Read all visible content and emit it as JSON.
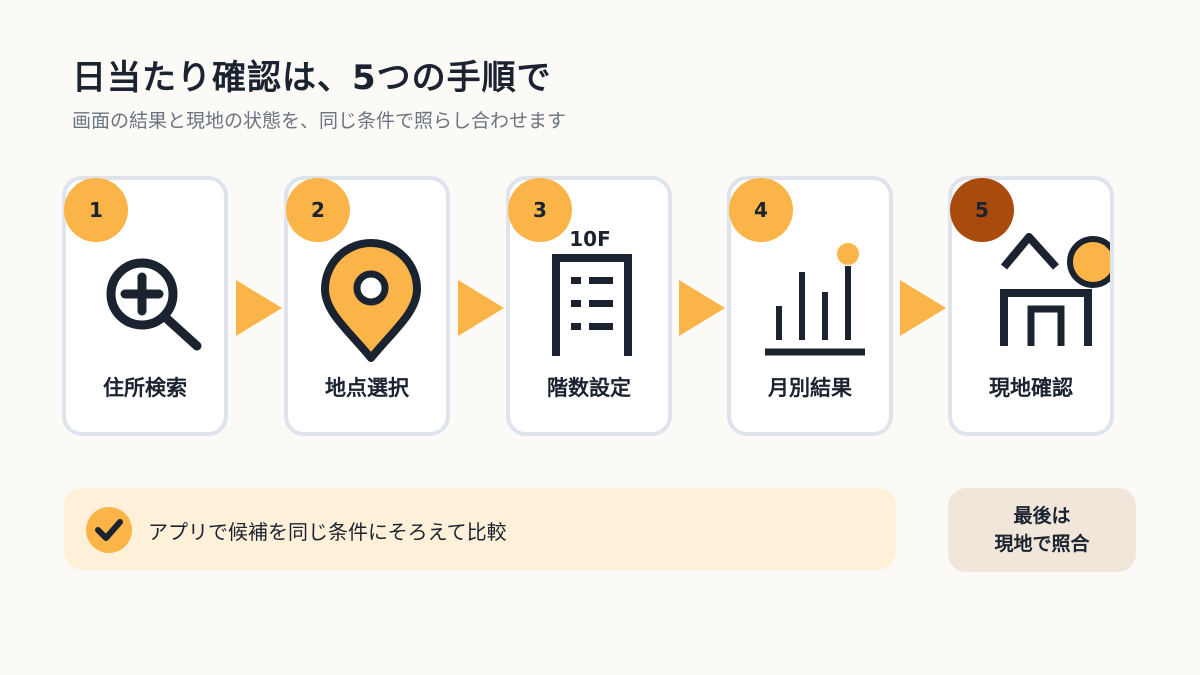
{
  "title": "日当たり確認は、5つの手順で",
  "subtitle": "画面の結果と現地の状態を、同じ条件で照らし合わせます",
  "steps": [
    {
      "number": "1",
      "label": "住所検索",
      "icon": "search-plus-icon"
    },
    {
      "number": "2",
      "label": "地点選択",
      "icon": "map-pin-icon"
    },
    {
      "number": "3",
      "label": "階数設定",
      "icon": "building-floor-icon",
      "icon_text": "10F"
    },
    {
      "number": "4",
      "label": "月別結果",
      "icon": "bar-chart-icon"
    },
    {
      "number": "5",
      "label": "現地確認",
      "icon": "house-sun-icon"
    }
  ],
  "note": {
    "text": "アプリで候補を同じ条件にそろえて比較",
    "icon": "check-icon"
  },
  "final": {
    "line1": "最後は",
    "line2": "現地で照合"
  },
  "colors": {
    "accent": "#fbb447",
    "accent_dark": "#a84b0c",
    "ink": "#1b2330",
    "card_border": "#dfe3ec",
    "note_bg": "#fff1d9",
    "final_bg": "#f1e6da"
  }
}
